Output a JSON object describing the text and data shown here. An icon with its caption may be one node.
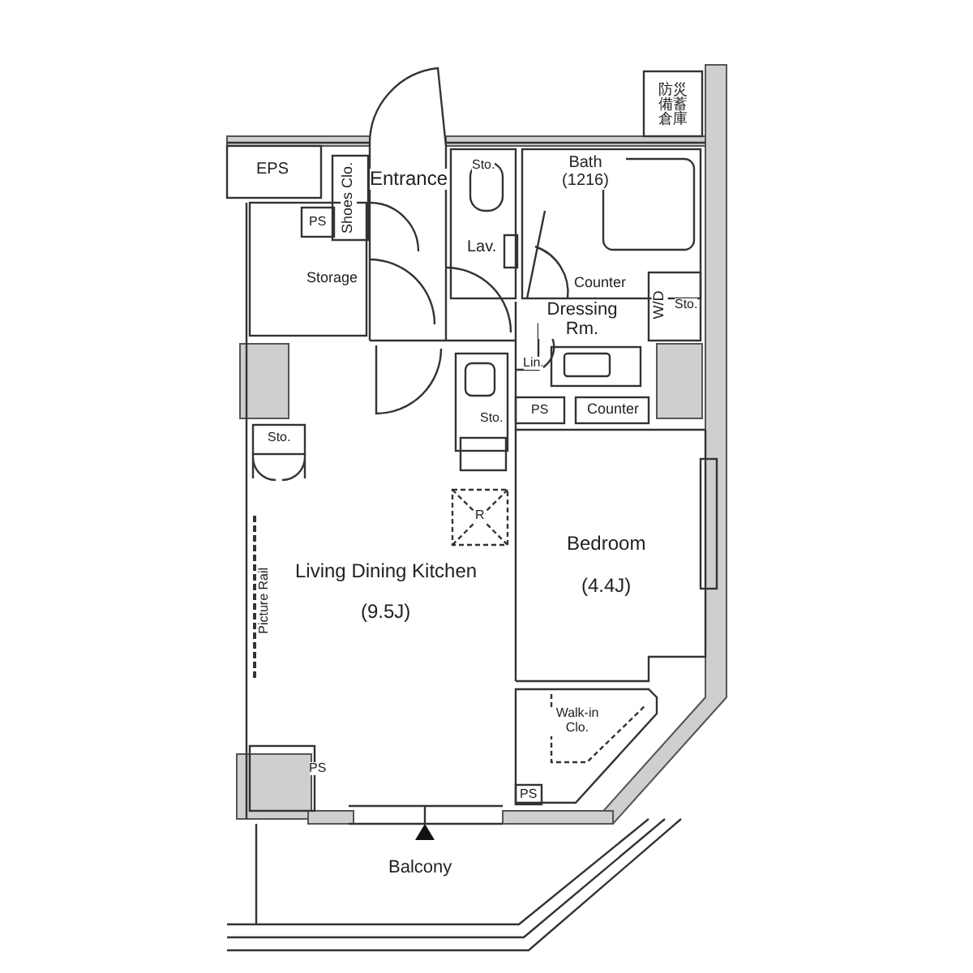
{
  "diagram": {
    "labels": [
      "防災備蓄倉庫",
      "EPS",
      "Sto.",
      "Entrance",
      "Shoes Clo.",
      "Bath (1216)",
      "PS",
      "Lav.",
      "Storage",
      "Counter",
      "W/D",
      "Sto.",
      "Dressing Rm.",
      "Lin.",
      "Sto.",
      "PS",
      "Counter",
      "Sto.",
      "R",
      "Bedroom",
      "Living Dining Kitchen",
      "(4.4J)",
      "Picture Rail",
      "(9.5J)",
      "Walk-in Clo.",
      "PS",
      "PS",
      "Balcony"
    ]
  }
}
